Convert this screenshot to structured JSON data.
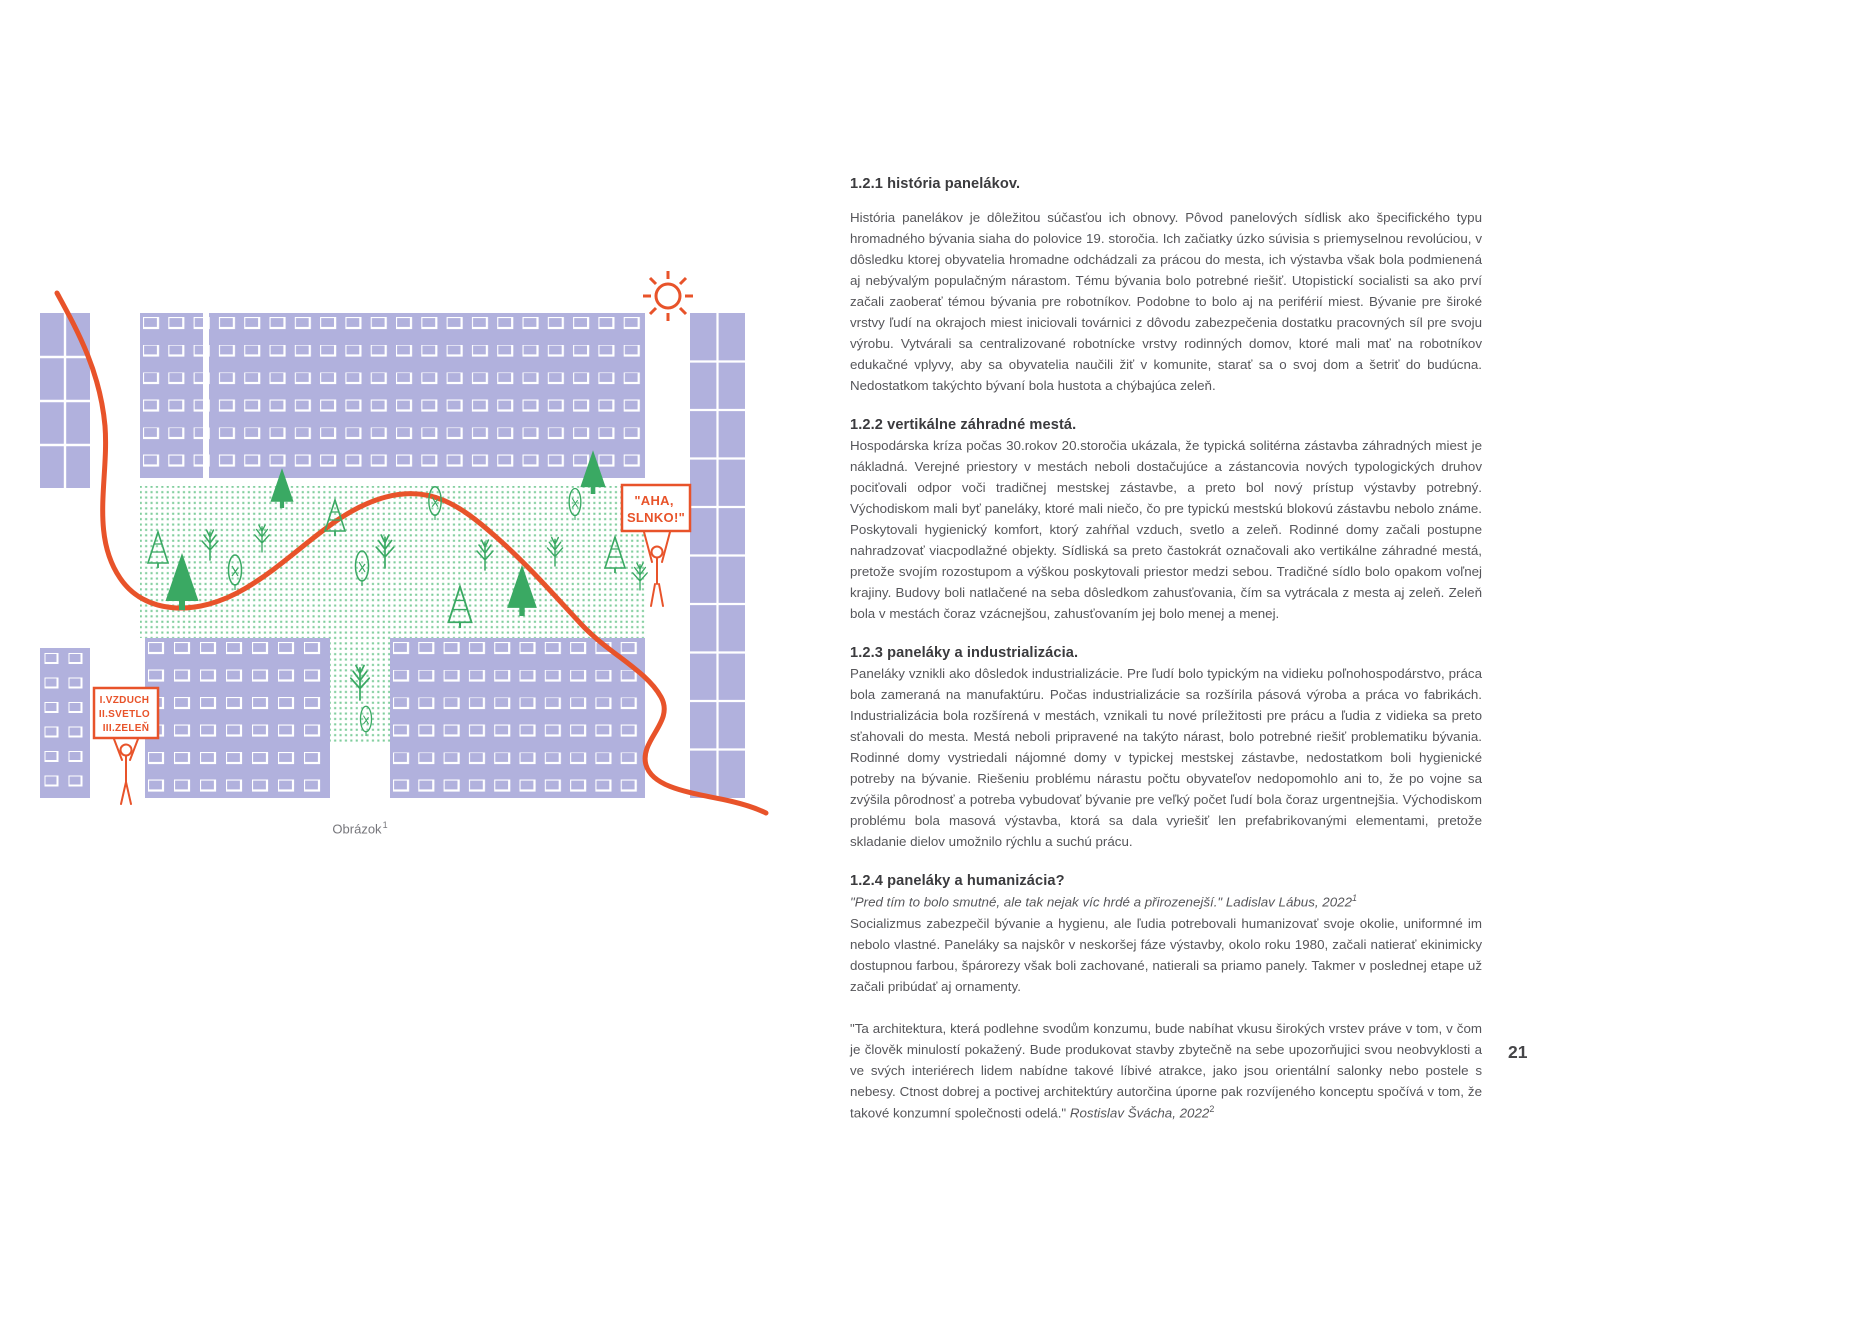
{
  "page": {
    "number": "21"
  },
  "figure": {
    "caption_label": "Obrázok",
    "caption_ref": "1",
    "signs": {
      "sun_sign": {
        "line1": "\"AHA,",
        "line2": "SLNKO!\""
      },
      "needs_sign": {
        "line1": "I.VZDUCH",
        "line2": "II.SVETLO",
        "line3": "III.ZELEŇ"
      }
    },
    "colors": {
      "building": "#b1b1dd",
      "window": "#ffffff",
      "green": "#3aa963",
      "green_dots": "#7fcd9c",
      "accent_orange": "#e8532a"
    }
  },
  "article": {
    "sections": [
      {
        "heading": "1.2.1 história panelákov.",
        "body": "História panelákov je dôležitou súčasťou ich obnovy. Pôvod panelových sídlisk ako špecifického typu hromadného bývania siaha do polovice 19. storočia. Ich začiatky úzko súvisia s priemyselnou revolúciou, v dôsledku ktorej obyvatelia hromadne odchádzali za prácou do mesta, ich výstavba však bola podmienená aj nebývalým populačným nárastom. Tému bývania bolo potrebné riešiť. Utopistickí socialisti sa ako prví začali zaoberať témou bývania pre robotníkov. Podobne to bolo aj na periférií miest. Bývanie pre široké vrstvy ľudí na okrajoch miest iniciovali továrnici z dôvodu zabezpečenia dostatku pracovných síl pre svoju výrobu. Vytvárali sa centralizované robotnícke vrstvy rodinných domov, ktoré mali mať na robotníkov edukačné vplyvy, aby sa obyvatelia naučili žiť v komunite, starať sa o svoj dom a šetriť do budúcna. Nedostatkom takýchto bývaní bola hustota a chýbajúca zeleň."
      },
      {
        "heading": "1.2.2 vertikálne záhradné mestá.",
        "body": "Hospodárska kríza počas 30.rokov 20.storočia ukázala, že typická solitérna zástavba záhradných miest je nákladná. Verejné priestory v mestách neboli dostačujúce a zástancovia nových typologických druhov pociťovali odpor voči tradičnej mestskej zástavbe, a preto bol nový prístup výstavby potrebný. Východiskom mali byť paneláky, ktoré mali niečo, čo pre typickú mestskú blokovú zástavbu nebolo známe. Poskytovali hygienický komfort, ktorý zahŕňal vzduch, svetlo a zeleň. Rodinné domy začali postupne nahradzovať viacpodlažné objekty. Sídliská sa preto častokrát označovali ako vertikálne záhradné mestá, pretože svojím rozostupom a výškou poskytovali priestor medzi sebou. Tradičné sídlo bolo opakom voľnej krajiny. Budovy boli natlačené na seba dôsledkom zahusťovania, čím sa vytrácala z mesta aj zeleň. Zeleň bola v mestách čoraz vzácnejšou, zahusťovaním jej bolo menej a menej."
      },
      {
        "heading": "1.2.3 paneláky a industrializácia.",
        "body": "Paneláky vznikli ako dôsledok industrializácie. Pre ľudí bolo typickým na vidieku poľnohospodárstvo, práca bola zameraná na manufaktúru. Počas industrializácie sa rozšírila pásová výroba a práca vo fabrikách.  Industrializácia bola rozšírená v mestách, vznikali tu nové príležitosti pre prácu a ľudia z vidieka sa preto sťahovali do mesta. Mestá neboli pripravené na takýto nárast, bolo potrebné riešiť problematiku bývania. Rodinné domy vystriedali nájomné domy v typickej mestskej zástavbe, nedostatkom boli hygienické potreby na bývanie. Riešeniu problému nárastu počtu obyvateľov nedopomohlo ani to, že po vojne sa zvýšila pôrodnosť a potreba vybudovať bývanie pre veľký počet ľudí bola čoraz urgentnejšia. Východiskom problému bola masová výstavba, ktorá sa dala vyriešiť len prefabrikovanými elementami, pretože skladanie dielov umožnilo rýchlu a suchú prácu."
      },
      {
        "heading": "1.2.4 paneláky a humanizácia?",
        "quote_line": "\"Pred tím to bolo smutné, ale tak nejak víc hrdé a přirozenejší.\" ",
        "quote_line_author": "Ladislav Lábus, 2022",
        "quote_line_ref": "1",
        "body": "Socializmus zabezpečil bývanie a hygienu, ale ľudia potrebovali humanizovať svoje okolie, uniformné im nebolo vlastné. Paneláky sa najskôr v neskoršej fáze výstavby, okolo roku 1980, začali natierať ekinimicky dostupnou farbou, špárorezy však boli zachované, natierali sa priamo panely. Takmer v poslednej etape už začali pribúdať aj ornamenty.",
        "quote_block": "\"Ta architektura, která podlehne svodům konzumu, bude nabíhat vkusu širokých vrstev práve v tom, v čom je člověk minulostí pokažený. Bude produkovat stavby zbytečně na sebe upozorňujici svou neobvyklosti a ve svých interiérech lidem nabídne takové líbivé atrakce, jako jsou orientální salonky nebo postele s nebesy. Ctnost dobrej a poctivej architektúry autorčina úporne pak rozvíjeného konceptu spočívá v tom, že takové konzumní společnosti odelá.\" ",
        "quote_block_author": "Rostislav Švácha, 2022",
        "quote_block_ref": "2"
      }
    ]
  }
}
